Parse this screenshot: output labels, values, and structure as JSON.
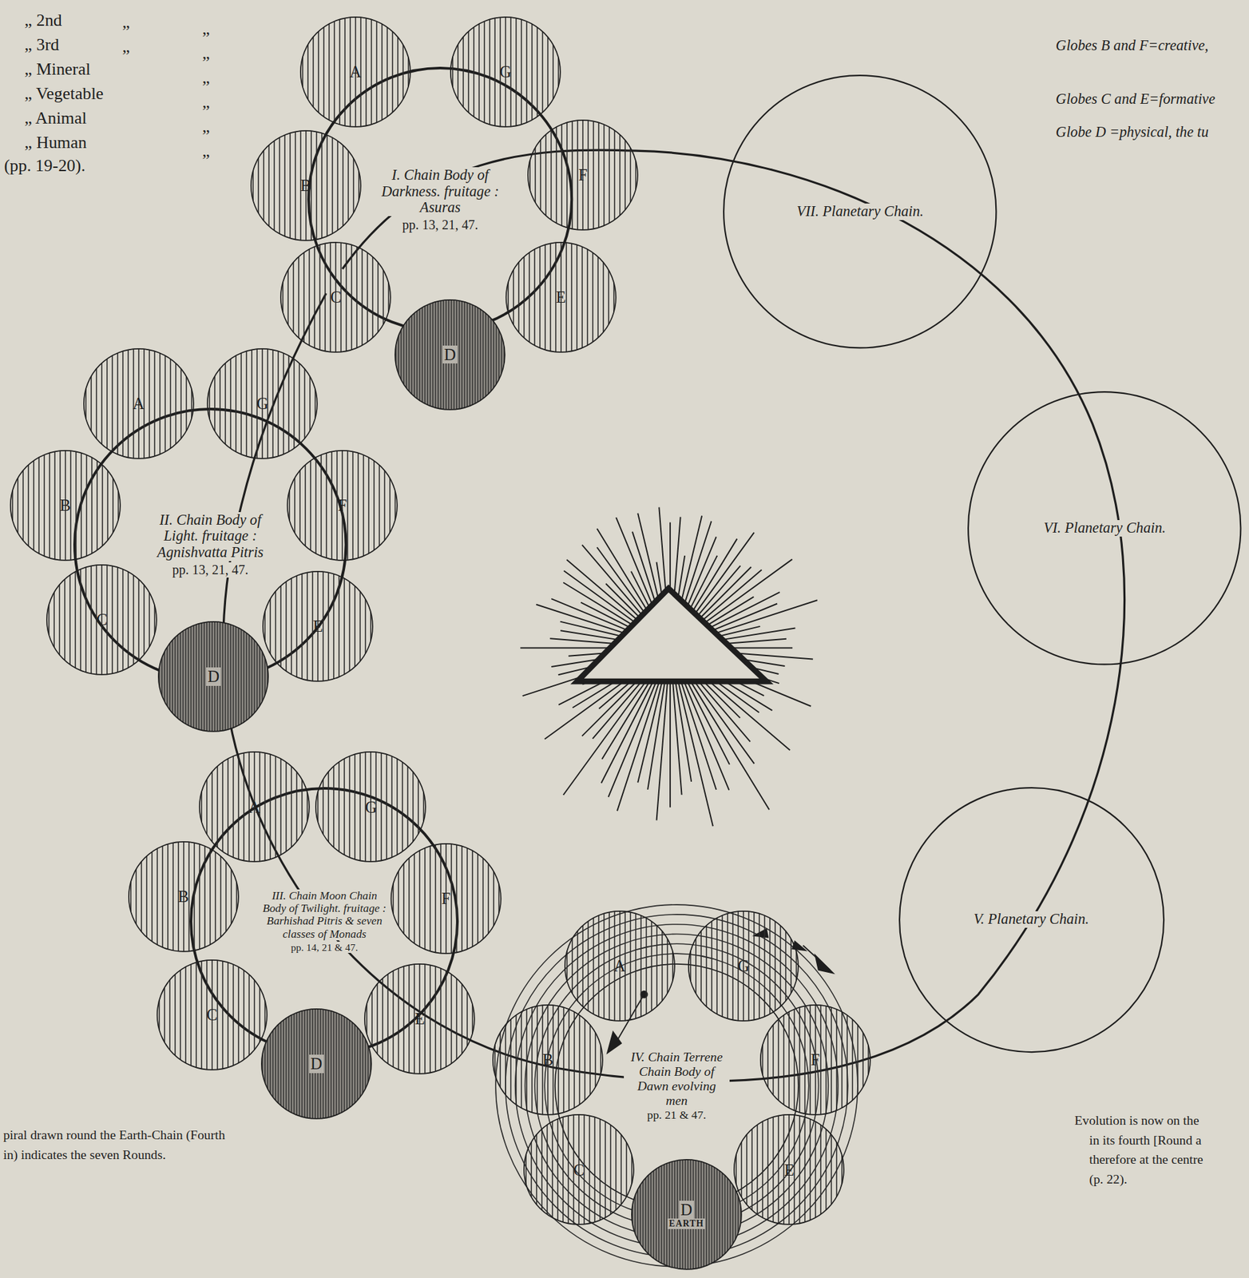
{
  "diagram": {
    "nodes": [
      {
        "text": [
          "I. Chain Body of Darkness. fruitage : Asuras",
          "pp. 13, 21, 47."
        ]
      },
      {
        "text": [
          "A"
        ]
      },
      {
        "text": [
          "G"
        ]
      },
      {
        "text": [
          "B"
        ]
      },
      {
        "text": [
          "F"
        ]
      },
      {
        "text": [
          "C"
        ]
      },
      {
        "text": [
          "E"
        ]
      },
      {
        "text": [
          "D"
        ]
      },
      {
        "text": [
          "II. Chain Body of Light. fruitage : Agnishvatta Pitris",
          "pp. 13, 21, 47."
        ]
      },
      {
        "text": [
          "A"
        ]
      },
      {
        "text": [
          "G"
        ]
      },
      {
        "text": [
          "B"
        ]
      },
      {
        "text": [
          "F"
        ]
      },
      {
        "text": [
          "C"
        ]
      },
      {
        "text": [
          "E"
        ]
      },
      {
        "text": [
          "D"
        ]
      },
      {
        "text": [
          "III. Chain Moon Chain Body of Twilight. fruitage : Barhishad Pitris & seven classes of Monads",
          "pp. 14, 21 & 47."
        ]
      },
      {
        "text": [
          "A"
        ]
      },
      {
        "text": [
          "G"
        ]
      },
      {
        "text": [
          "B"
        ]
      },
      {
        "text": [
          "F"
        ]
      },
      {
        "text": [
          "C"
        ]
      },
      {
        "text": [
          "E"
        ]
      },
      {
        "text": [
          "D"
        ]
      },
      {
        "text": [
          "IV. Chain Terrene Chain Body of Dawn evolving men",
          "pp. 21 & 47."
        ]
      },
      {
        "text": [
          "A"
        ]
      },
      {
        "text": [
          "G"
        ]
      },
      {
        "text": [
          "B"
        ]
      },
      {
        "text": [
          "F"
        ]
      },
      {
        "text": [
          "C"
        ]
      },
      {
        "text": [
          "E"
        ]
      },
      {
        "text": [
          "D",
          "EARTH"
        ]
      },
      {
        "text": [
          "VII. Planetary Chain."
        ]
      },
      {
        "text": [
          "VI. Planetary Chain."
        ]
      },
      {
        "text": [
          "V. Planetary Chain."
        ]
      }
    ],
    "labels": [
      "„ 2nd",
      "„",
      "„",
      "„ 3rd",
      "„",
      "„",
      "„ Mineral",
      "„",
      "„ Vegetable",
      "„",
      "„ Animal",
      "„",
      "„ Human",
      "„",
      "(pp. 19-20).",
      "Globes B and F=creative,",
      "Globes C and E=formative",
      "Globe D =physical, the tu",
      "piral drawn round the Earth-Chain (Fourth",
      "in) indicates the seven Rounds.",
      "Evolution is now on the",
      "in its fourth [Round a",
      "therefore at the centre",
      "(p. 22)."
    ]
  }
}
